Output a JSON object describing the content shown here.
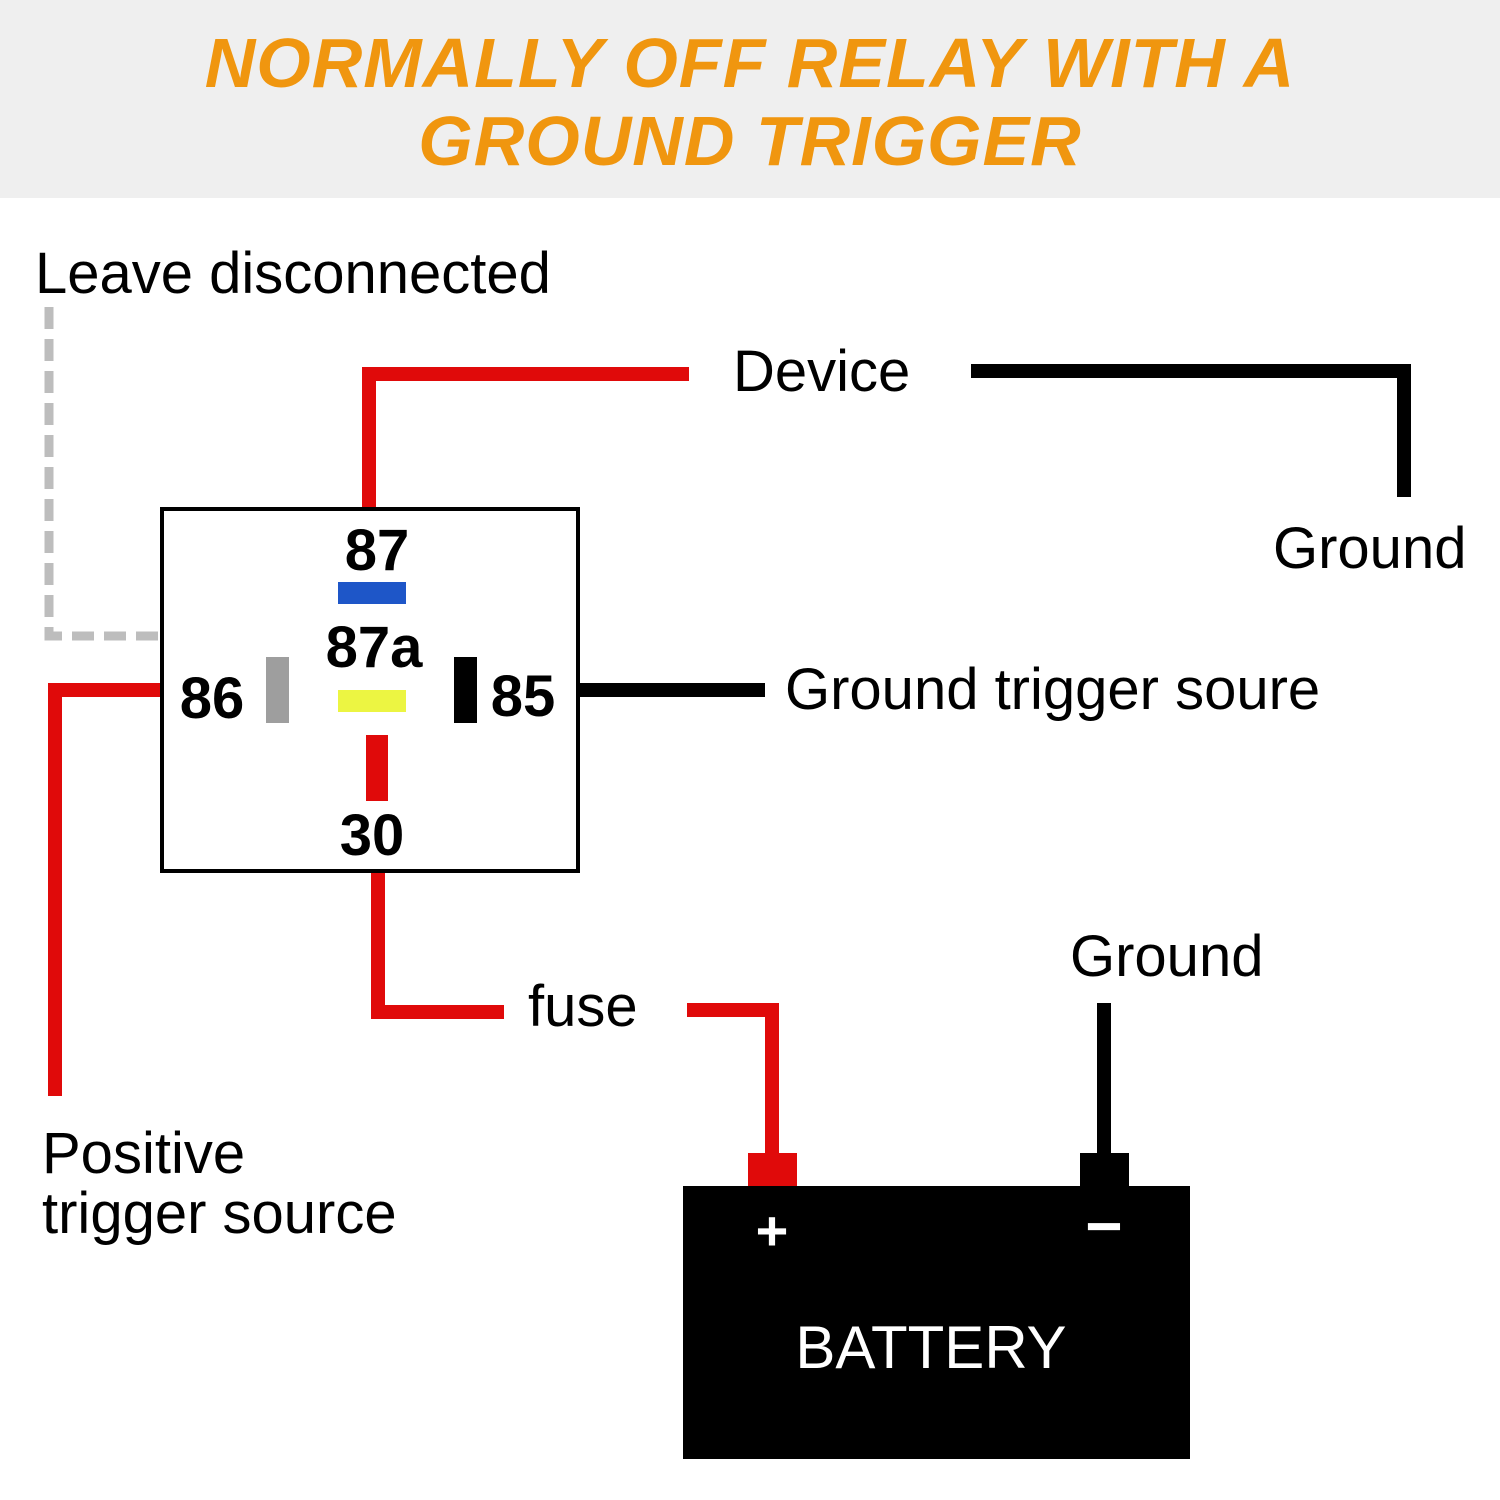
{
  "title": {
    "line1": "NORMALLY OFF RELAY WITH A",
    "line2": "GROUND TRIGGER"
  },
  "relay": {
    "pins": {
      "p87": "87",
      "p87a": "87a",
      "p86": "86",
      "p85": "85",
      "p30": "30"
    }
  },
  "labels": {
    "leave_disconnected": "Leave disconnected",
    "device": "Device",
    "ground_top": "Ground",
    "ground_trigger": "Ground trigger soure",
    "positive_trigger_1": "Positive",
    "positive_trigger_2": "trigger source",
    "fuse": "fuse",
    "ground_battery": "Ground"
  },
  "battery": {
    "label": "BATTERY",
    "plus": "+",
    "minus": "−"
  },
  "colors": {
    "title": "#f0960f",
    "wire_positive": "#e00a0a",
    "wire_ground": "#000000",
    "wire_disconnected": "#bdbdbd",
    "pin87_bar": "#1e56c8",
    "pin87a_bar": "#ecf542",
    "pin86_bar": "#9e9e9e",
    "pin85_bar": "#000000",
    "pin30_bar": "#e00a0a"
  }
}
